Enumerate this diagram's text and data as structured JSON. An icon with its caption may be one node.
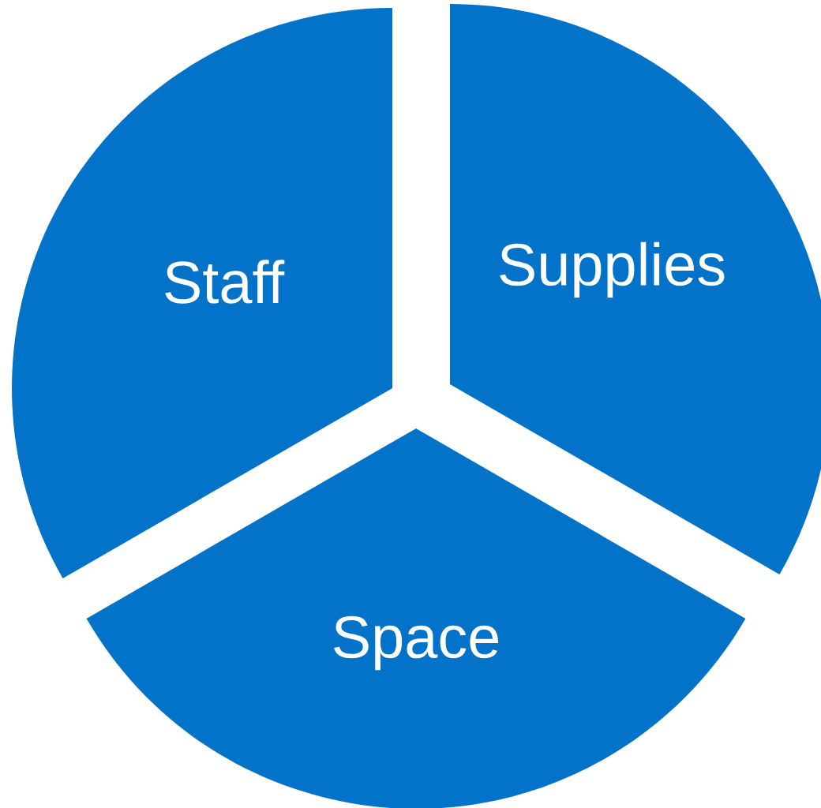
{
  "diagram": {
    "nodes": [
      {
        "text": [
          "Staff"
        ]
      },
      {
        "text": [
          "Supplies"
        ]
      },
      {
        "text": [
          "Space"
        ]
      }
    ]
  }
}
